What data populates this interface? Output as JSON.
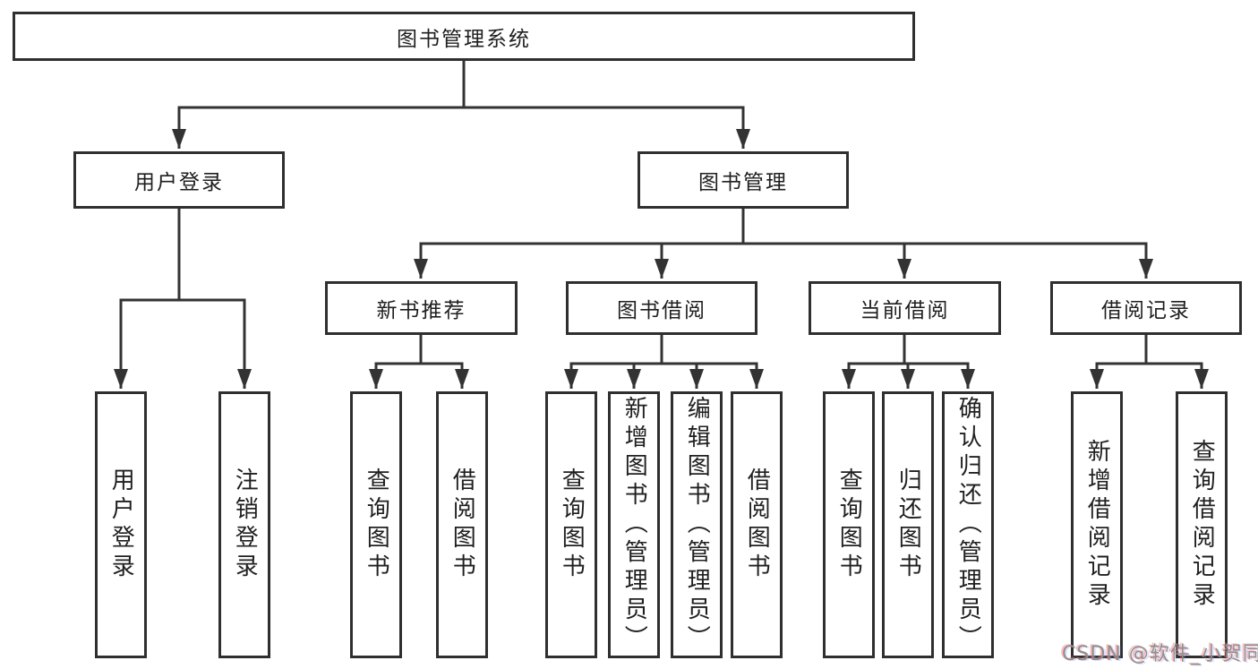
{
  "tree": {
    "label": "图书管理系统",
    "children": [
      {
        "label": "用户登录",
        "children": [
          {
            "label": "用户登录"
          },
          {
            "label": "注销登录"
          }
        ]
      },
      {
        "label": "图书管理",
        "children": [
          {
            "label": "新书推荐",
            "children": [
              {
                "label": "查询图书"
              },
              {
                "label": "借阅图书"
              }
            ]
          },
          {
            "label": "图书借阅",
            "children": [
              {
                "label": "查询图书"
              },
              {
                "label": "新增图书（管理员）"
              },
              {
                "label": "编辑图书（管理员）"
              },
              {
                "label": "借阅图书"
              }
            ]
          },
          {
            "label": "当前借阅",
            "children": [
              {
                "label": "查询图书"
              },
              {
                "label": "归还图书"
              },
              {
                "label": "确认归还（管理员）"
              }
            ]
          },
          {
            "label": "借阅记录",
            "children": [
              {
                "label": "新增借阅记录"
              },
              {
                "label": "查询借阅记录"
              }
            ]
          }
        ]
      }
    ]
  },
  "watermark": {
    "text": "CSDN @软件_小贺同学"
  },
  "colors": {
    "line": "#333333",
    "border": "#2f2f2f",
    "text": "#1f1f1f",
    "watermark": "#8f8f8f",
    "background": "#ffffff"
  }
}
